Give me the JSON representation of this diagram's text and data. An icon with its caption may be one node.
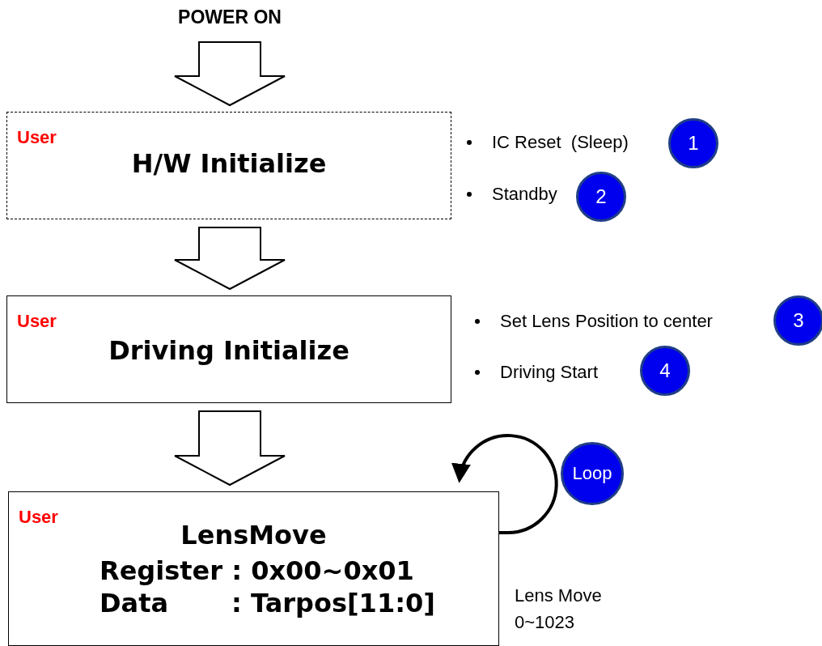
{
  "diagram": {
    "nodes": [
      {
        "text": [
          "POWER ON"
        ]
      },
      {
        "text": [
          "User",
          "H/W Initialize"
        ]
      },
      {
        "text": [
          "User",
          "Driving Initialize"
        ]
      },
      {
        "text": [
          "User",
          "LensMove",
          "Register : 0x00~0x01",
          "Data       : Tarpos[11:0]"
        ]
      },
      {
        "text": [
          "1"
        ]
      },
      {
        "text": [
          "2"
        ]
      },
      {
        "text": [
          "3"
        ]
      },
      {
        "text": [
          "4"
        ]
      },
      {
        "text": [
          "Loop"
        ]
      }
    ],
    "edges": [
      {
        "from": 0,
        "to": 1,
        "arrow": "to"
      },
      {
        "from": 1,
        "to": 2,
        "arrow": "to"
      },
      {
        "from": 2,
        "to": 3,
        "arrow": "to"
      },
      {
        "from": 3,
        "to": 3,
        "arrow": "to"
      }
    ],
    "labels": [
      "IC Reset  (Sleep)",
      "Standby",
      "Set Lens Position to center",
      "Driving Start",
      "Lens Move 0~1023"
    ]
  }
}
